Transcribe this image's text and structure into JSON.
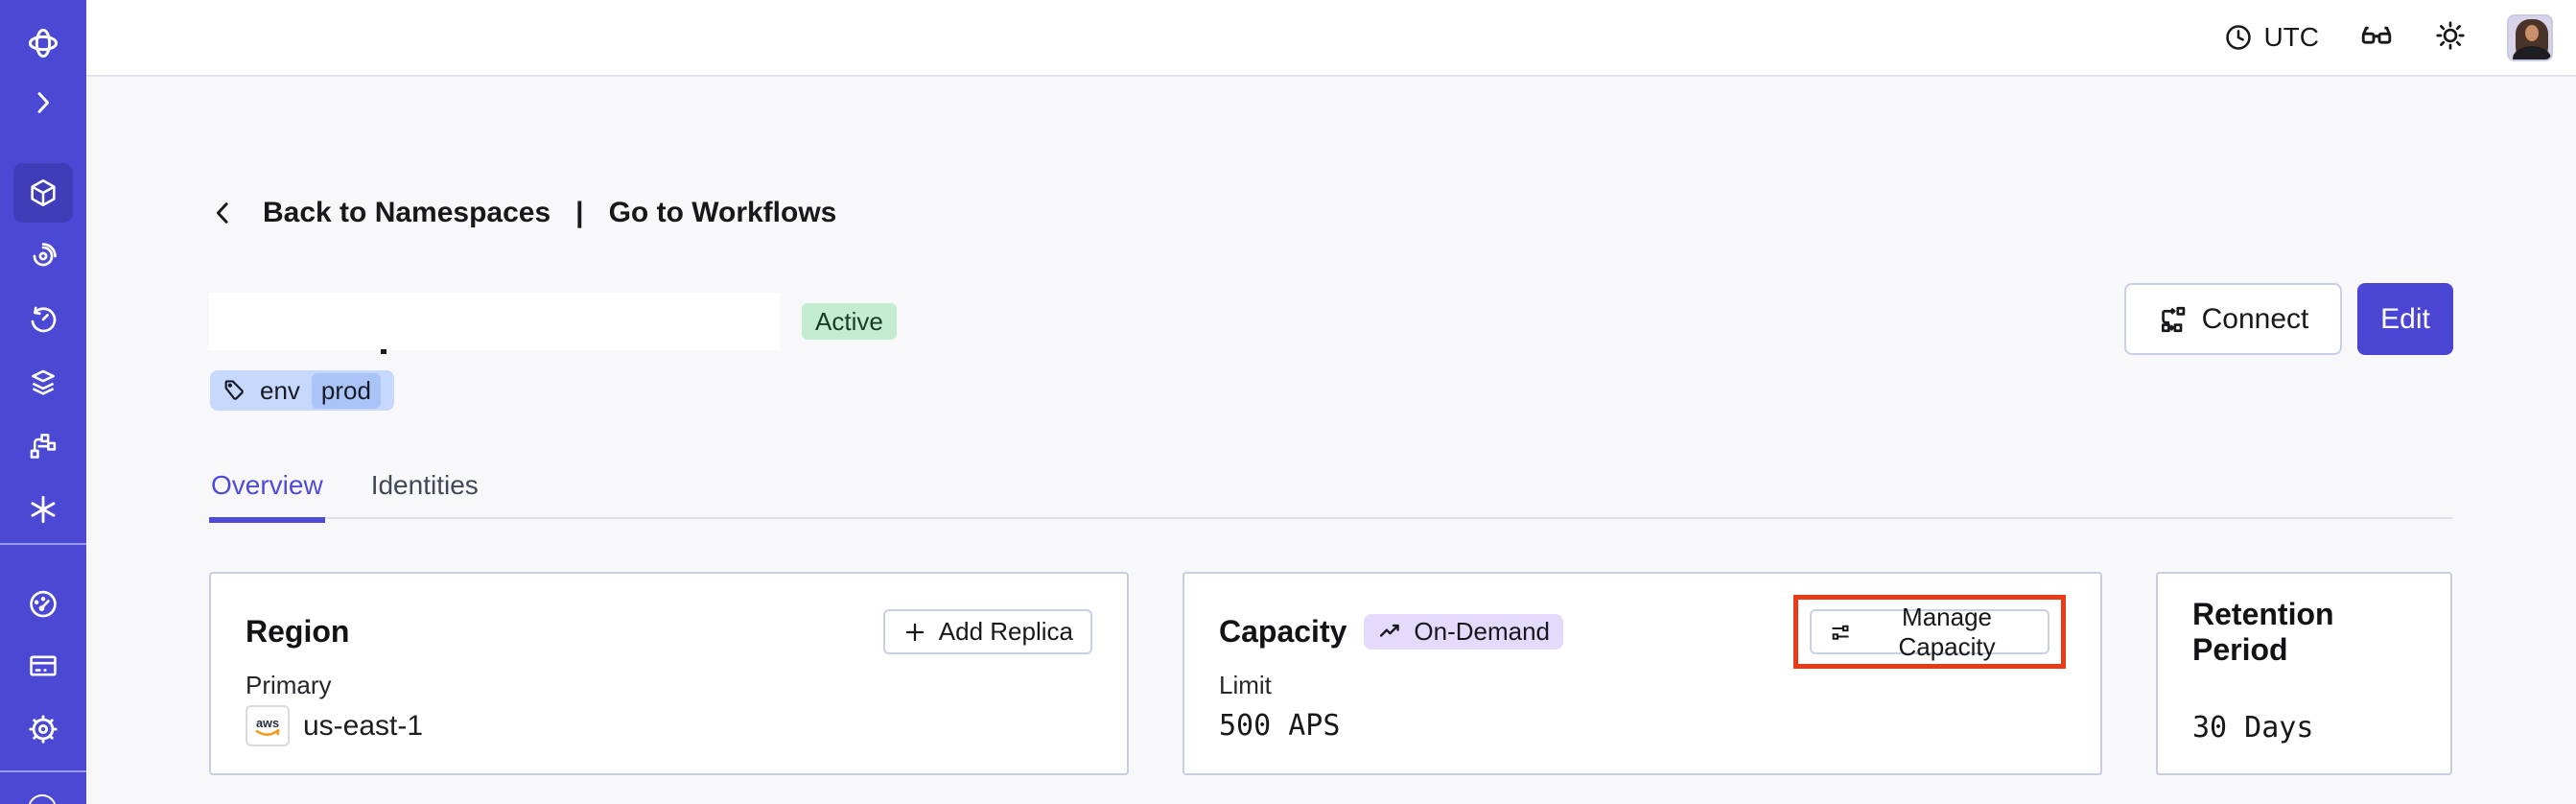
{
  "header": {
    "timezone": "UTC"
  },
  "sidebar": {
    "items": [
      "temporal-logo",
      "expand-chevron",
      "namespaces",
      "workflows",
      "schedules",
      "deployments",
      "batch-operations",
      "nexus",
      "usage",
      "billing",
      "settings",
      "support"
    ]
  },
  "nav": {
    "back": "Back to Namespaces",
    "separator": "|",
    "workflows": "Go to Workflows"
  },
  "namespace": {
    "status": "Active",
    "tag_key": "env",
    "tag_value": "prod"
  },
  "actions": {
    "connect": "Connect",
    "edit": "Edit"
  },
  "tabs": {
    "overview": "Overview",
    "identities": "Identities"
  },
  "cards": {
    "region": {
      "title": "Region",
      "add_replica": "Add Replica",
      "primary_label": "Primary",
      "provider": "aws",
      "value": "us-east-1"
    },
    "capacity": {
      "title": "Capacity",
      "badge": "On-Demand",
      "manage_button": "Manage Capacity",
      "limit_label": "Limit",
      "value": "500 APS"
    },
    "retention": {
      "title": "Retention Period",
      "value": "30 Days"
    }
  },
  "colors": {
    "sidebar": "#4B48D3",
    "sidebar_active": "#403DB9",
    "accent": "#4A45D2",
    "tab_active": "#4F4BD9",
    "annotation_red": "#E83A17",
    "status_badge_bg": "#C4EDD0",
    "tag_bg": "#C6D9FC",
    "tag_chip_bg": "#ABC4F7",
    "ondemand_bg": "#E3DAFC",
    "aws_orange": "#F49D1D"
  }
}
